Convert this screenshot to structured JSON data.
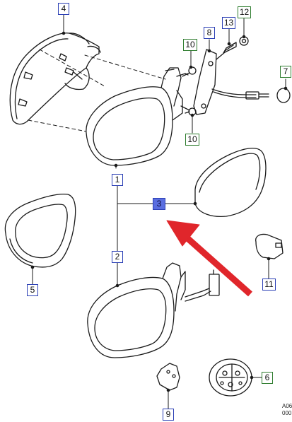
{
  "callouts": {
    "c1": "1",
    "c2": "2",
    "c3": "3",
    "c4": "4",
    "c5": "5",
    "c6": "6",
    "c7": "7",
    "c8": "8",
    "c9": "9",
    "c10a": "10",
    "c10b": "10",
    "c11": "11",
    "c12": "12",
    "c13": "13"
  },
  "drawing_code": {
    "line1": "A06",
    "line2": "000"
  },
  "colors": {
    "callout_blue": "#2b3fb5",
    "callout_green": "#2f7d2f",
    "highlight_fill": "#5a6ee0",
    "arrow_red": "#e0262b",
    "line_art": "#1a1a1a"
  }
}
